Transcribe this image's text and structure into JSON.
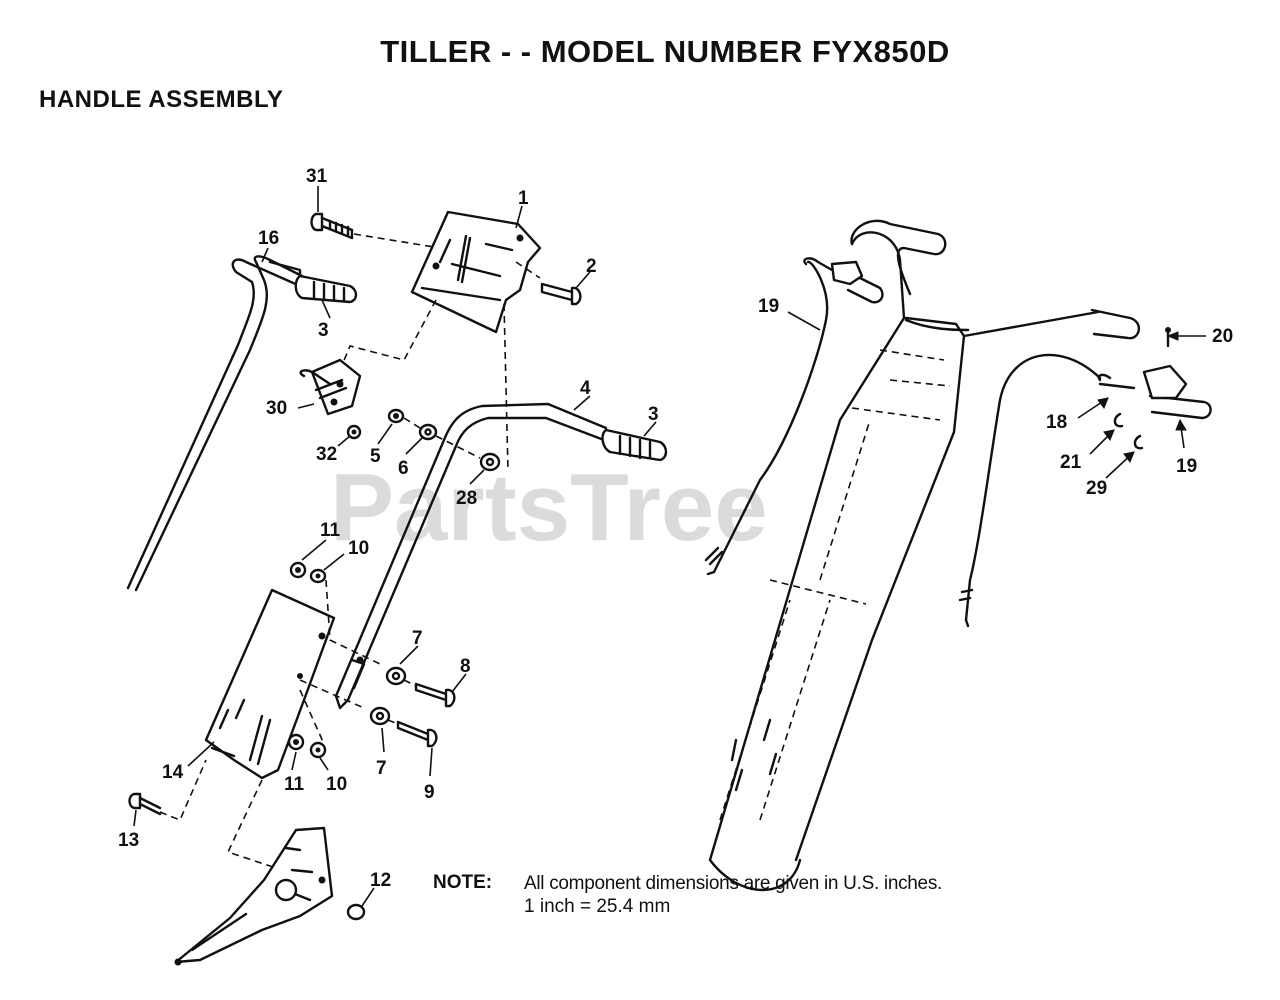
{
  "header": {
    "title": "TILLER - - MODEL NUMBER FYX850D",
    "section": "HANDLE ASSEMBLY"
  },
  "watermark": "PartsTree",
  "callouts": [
    {
      "id": "31",
      "label": "31"
    },
    {
      "id": "1",
      "label": "1"
    },
    {
      "id": "16",
      "label": "16"
    },
    {
      "id": "2",
      "label": "2"
    },
    {
      "id": "3a",
      "label": "3"
    },
    {
      "id": "4",
      "label": "4"
    },
    {
      "id": "3b",
      "label": "3"
    },
    {
      "id": "30",
      "label": "30"
    },
    {
      "id": "32",
      "label": "32"
    },
    {
      "id": "5",
      "label": "5"
    },
    {
      "id": "6",
      "label": "6"
    },
    {
      "id": "28",
      "label": "28"
    },
    {
      "id": "11a",
      "label": "11"
    },
    {
      "id": "10a",
      "label": "10"
    },
    {
      "id": "7a",
      "label": "7"
    },
    {
      "id": "8",
      "label": "8"
    },
    {
      "id": "7b",
      "label": "7"
    },
    {
      "id": "9",
      "label": "9"
    },
    {
      "id": "14",
      "label": "14"
    },
    {
      "id": "11b",
      "label": "11"
    },
    {
      "id": "10b",
      "label": "10"
    },
    {
      "id": "13",
      "label": "13"
    },
    {
      "id": "12",
      "label": "12"
    },
    {
      "id": "19a",
      "label": "19"
    },
    {
      "id": "20",
      "label": "20"
    },
    {
      "id": "18",
      "label": "18"
    },
    {
      "id": "21",
      "label": "21"
    },
    {
      "id": "29",
      "label": "29"
    },
    {
      "id": "19b",
      "label": "19"
    }
  ],
  "note": {
    "label": "NOTE:",
    "line1": "All component dimensions are given in U.S. inches.",
    "line2": "1 inch = 25.4 mm"
  },
  "colors": {
    "ink": "#111111",
    "watermark": "#cfcfcf",
    "background": "#ffffff"
  }
}
